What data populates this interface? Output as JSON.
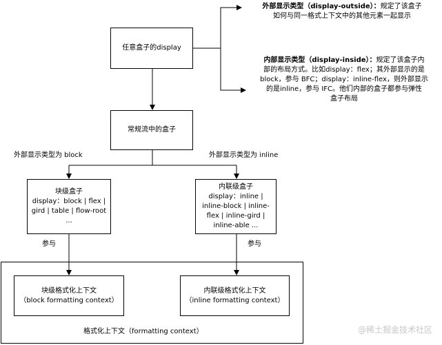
{
  "nodes": {
    "root": "任意盒子的display",
    "normal_flow": "常规流中的盒子",
    "block_box": {
      "title": "块级盒子",
      "lines": [
        "display：block | flex |",
        "gird | table | flow-root",
        "..."
      ]
    },
    "inline_box": {
      "title": "内联级盒子",
      "lines": [
        "display：inline |",
        "inline-block | inline-",
        "flex | inline-gird |",
        "inline-able ..."
      ]
    },
    "bfc": {
      "line1": "块级格式化上下文",
      "line2": "（block formatting context）"
    },
    "ifc": {
      "line1": "内联级格式化上下文",
      "line2": "（inline formatting context）"
    },
    "formatting_context": "格式化上下文（formatting context）"
  },
  "notes": {
    "outside": {
      "bold": "外部显示类型（display-outside）：",
      "rest1": "规定了该盒子",
      "line2": "如何与同一格式上下文中的其他元素一起显示"
    },
    "inside": {
      "bold": "内部显示类型（display-inside）：",
      "rest1": "规定了该盒子内",
      "lines": [
        "部的布局方式。比如display：flex；其外部显示的是",
        "block，参与 BFC；display：inline-flex，则外部显示",
        "的是inline，参与 IFC。他们内部的盒子都参与弹性",
        "盒子布局"
      ]
    }
  },
  "edge_labels": {
    "block_type": "外部显示类型为 block",
    "inline_type": "外部显示类型为 inline",
    "participate_left": "参与",
    "participate_right": "参与"
  },
  "watermark": "@稀土掘金技术社区"
}
